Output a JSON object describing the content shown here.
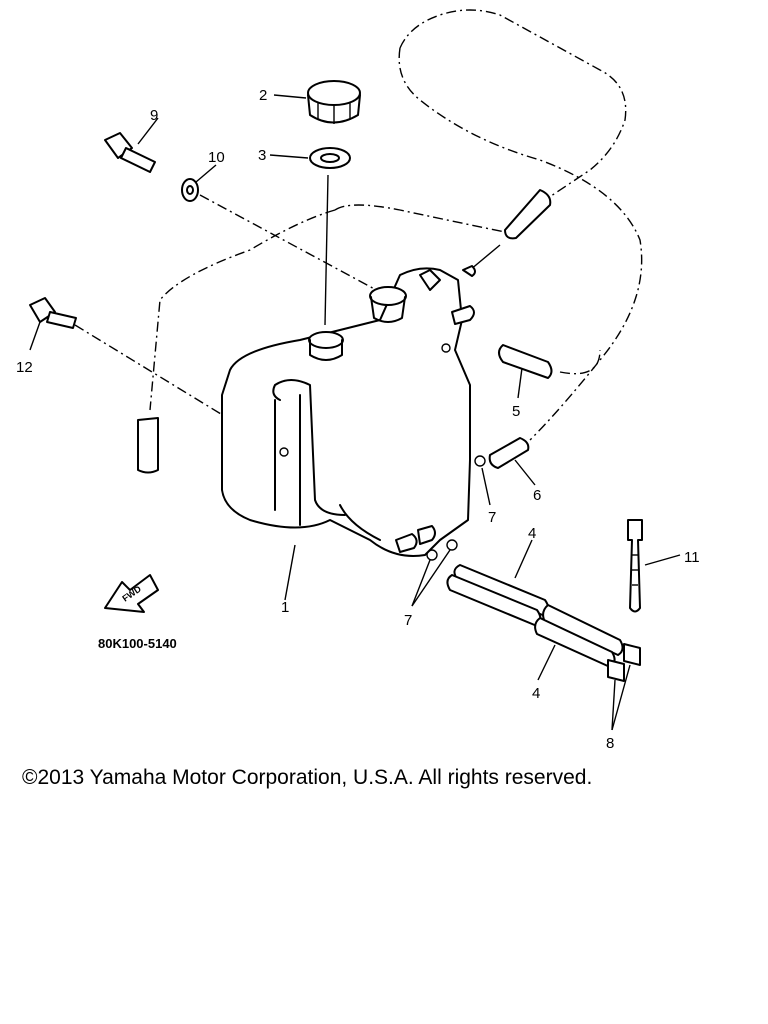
{
  "diagram": {
    "callouts": {
      "tank": "1",
      "cap": "2",
      "gasket": "3",
      "hose_upper": "4",
      "hose_lower": "4",
      "hose_right": "5",
      "hose_short": "6",
      "clip_right": "7",
      "clip_lower": "7",
      "clamp": "8",
      "bolt": "9",
      "washer": "10",
      "band": "11",
      "bolt_left": "12"
    },
    "fwd_label": "FWD",
    "drawing_code": "80K100-5140"
  },
  "copyright": "©2013 Yamaha Motor Corporation, U.S.A. All rights reserved."
}
